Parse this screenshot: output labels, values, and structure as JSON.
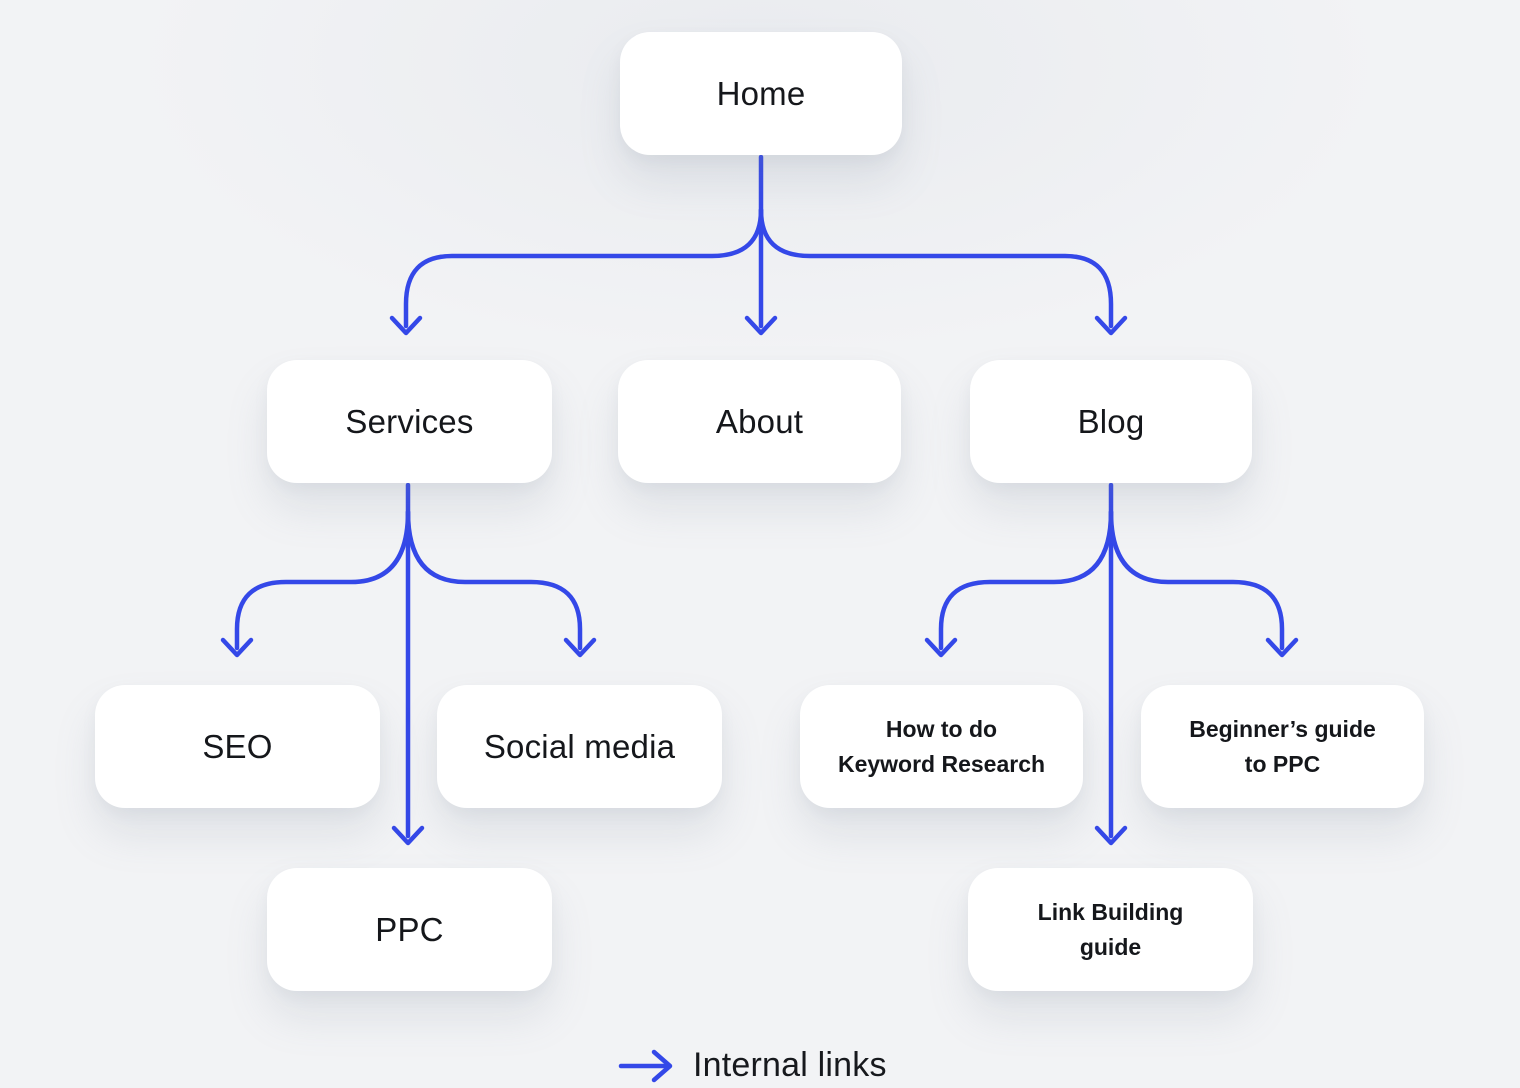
{
  "diagram": {
    "type": "sitemap-flowchart",
    "nodes": {
      "home": {
        "label": "Home"
      },
      "services": {
        "label": "Services"
      },
      "about": {
        "label": "About"
      },
      "blog": {
        "label": "Blog"
      },
      "seo": {
        "label": "SEO"
      },
      "social_media": {
        "label": "Social media"
      },
      "keyword_research": {
        "label": "How to do\nKeyword Research"
      },
      "ppc_guide": {
        "label": "Beginner’s guide\nto PPC"
      },
      "ppc": {
        "label": "PPC"
      },
      "link_building": {
        "label": "Link Building\nguide"
      }
    },
    "edges": [
      {
        "from": "Home",
        "to": "Services"
      },
      {
        "from": "Home",
        "to": "About"
      },
      {
        "from": "Home",
        "to": "Blog"
      },
      {
        "from": "Services",
        "to": "SEO"
      },
      {
        "from": "Services",
        "to": "Social media"
      },
      {
        "from": "Services",
        "to": "PPC"
      },
      {
        "from": "Blog",
        "to": "How to do Keyword Research"
      },
      {
        "from": "Blog",
        "to": "Beginner’s guide to PPC"
      },
      {
        "from": "Blog",
        "to": "Link Building guide"
      }
    ]
  },
  "legend": {
    "label": "Internal links"
  },
  "colors": {
    "connector_blue": "#3448e8",
    "node_background": "#ffffff",
    "text_dark": "#15171b",
    "page_background": "#f2f3f5"
  }
}
